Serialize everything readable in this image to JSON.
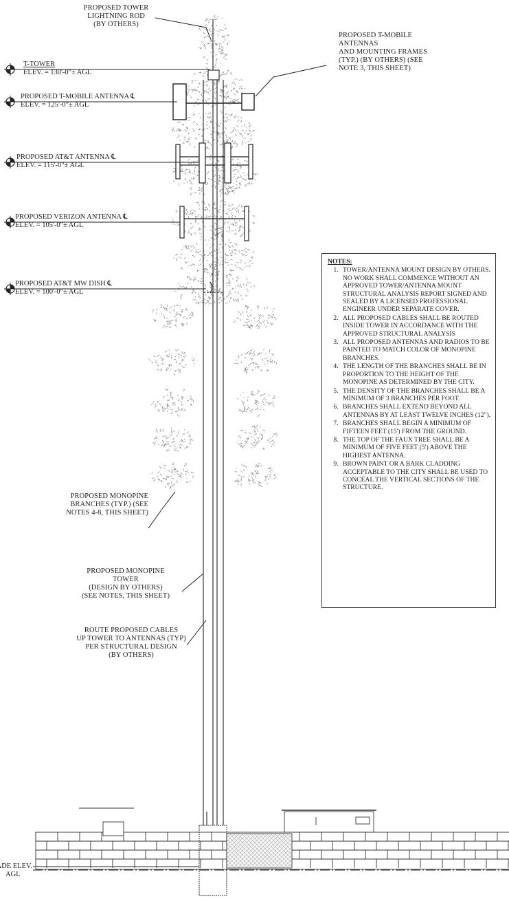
{
  "labels": {
    "lightning_rod": [
      "PROPOSED TOWER",
      "LIGHTNING ROD",
      "(BY OTHERS)"
    ],
    "tmobile_antennas": [
      "PROPOSED T-MOBILE",
      "ANTENNAS",
      "AND MOUNTING FRAMES",
      "(TYP.) (BY OTHERS) (SEE",
      "NOTE 3, THIS SHEET)"
    ],
    "monopine_branches": [
      "PROPOSED MONOPINE",
      "BRANCHES (TYP.) (SEE",
      "NOTES 4-8, THIS SHEET)"
    ],
    "monopine_tower": [
      "PROPOSED MONOPINE",
      "TOWER",
      "(DESIGN BY OTHERS)",
      "(SEE NOTES, THIS SHEET)"
    ],
    "route_cables": [
      "ROUTE PROPOSED CABLES",
      "UP TOWER TO ANTENNAS (TYP)",
      "PER STRUCTURAL DESIGN",
      "(BY OTHERS)"
    ]
  },
  "elevations": [
    {
      "title": "T-TOWER",
      "elev": "ELEV. = 130'-0\"± AGL"
    },
    {
      "title": "PROPOSED T-MOBILE ANTENNA ℄",
      "elev": "ELEV. = 125'-0\"± AGL"
    },
    {
      "title": "PROPOSED AT&T ANTENNA ℄",
      "elev": "ELEV. = 115'-0\"± AGL"
    },
    {
      "title": "PROPOSED VERIZON ANTENNA ℄",
      "elev": "ELEV. = 105'-0\"± AGL"
    },
    {
      "title": "PROPOSED AT&T MW DISH ℄",
      "elev": "ELEV. = 100'-0\"± AGL"
    },
    {
      "title": "GRADE ELEV.",
      "elev": "AGL"
    }
  ],
  "notes": {
    "heading": "NOTES:",
    "items": [
      "TOWER/ANTENNA MOUNT DESIGN BY OTHERS. NO WORK SHALL COMMENCE WITHOUT AN APPROVED TOWER/ANTENNA MOUNT STRUCTURAL ANALYSIS REPORT SIGNED AND SEALED BY A LICENSED PROFESSIONAL ENGINEER UNDER SEPARATE COVER.",
      "ALL PROPOSED CABLES SHALL BE ROUTED INSIDE TOWER IN ACCORDANCE WITH THE APPROVED STRUCTURAL ANALYSIS",
      "ALL PROPOSED ANTENNAS AND RADIOS TO BE PAINTED TO MATCH COLOR OF MONOPINE BRANCHES.",
      "THE LENGTH OF THE BRANCHES SHALL BE IN PROPORTION TO THE HEIGHT OF THE MONOPINE AS DETERMINED BY THE CITY.",
      "THE DENSITY OF THE BRANCHES SHALL BE A MINIMUM OF 3 BRANCHES PER FOOT.",
      "BRANCHES SHALL EXTEND BEYOND ALL ANTENNAS BY AT LEAST TWELVE INCHES (12\").",
      "BRANCHES SHALL BEGIN A MINIMUM OF FIFTEEN FEET (15') FROM THE GROUND.",
      "THE TOP OF THE FAUX TREE SHALL BE A MINIMUM OF FIVE FEET (5') ABOVE THE HIGHEST ANTENNA.",
      "BROWN PAINT OR A BARK CLADDING ACCEPTABLE TO THE CITY SHALL BE USED TO CONCEAL THE VERTICAL SECTIONS OF THE STRUCTURE."
    ]
  },
  "colors": {
    "ink": "#222222",
    "foliage": "#8f8f8f"
  }
}
